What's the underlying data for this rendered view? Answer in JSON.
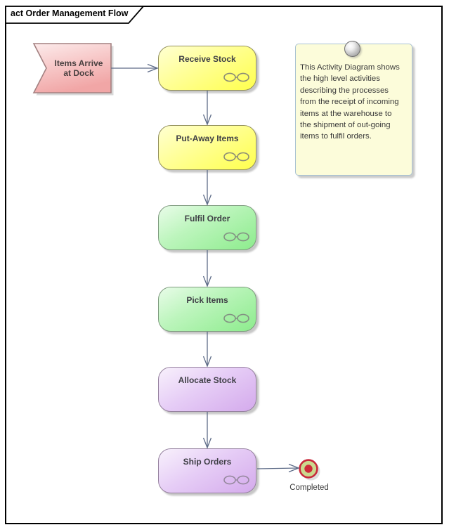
{
  "frame": {
    "title": "act Order Management Flow"
  },
  "start_node": {
    "type": "accept-event-action",
    "label": "Items Arrive\nat Dock"
  },
  "activities": [
    {
      "label": "Receive Stock",
      "color": "#ffff4d",
      "composite": true
    },
    {
      "label": "Put-Away Items",
      "color": "#ffff4d",
      "composite": true
    },
    {
      "label": "Fulfil Order",
      "color": "#8dec8d",
      "composite": true
    },
    {
      "label": "Pick Items",
      "color": "#8dec8d",
      "composite": true
    },
    {
      "label": "Allocate Stock",
      "color": "#d4aaec",
      "composite": false
    },
    {
      "label": "Ship Orders",
      "color": "#d4aaec",
      "composite": true
    }
  ],
  "final_node": {
    "type": "activity-final",
    "label": "Completed"
  },
  "note": {
    "text": "This Activity Diagram shows\nthe high level activities\ndescribing the processes\nfrom the receipt of incoming\nitems at the warehouse to\nthe shipment of out-going\nitems to fulfil orders."
  },
  "edges": [
    {
      "from": "Items Arrive at Dock",
      "to": "Receive Stock"
    },
    {
      "from": "Receive Stock",
      "to": "Put-Away Items"
    },
    {
      "from": "Put-Away Items",
      "to": "Fulfil Order"
    },
    {
      "from": "Fulfil Order",
      "to": "Pick Items"
    },
    {
      "from": "Pick Items",
      "to": "Allocate Stock"
    },
    {
      "from": "Allocate Stock",
      "to": "Ship Orders"
    },
    {
      "from": "Ship Orders",
      "to": "Completed"
    }
  ],
  "colors": {
    "yellow_fill": "#ffff4d",
    "green_fill": "#8dec8d",
    "purple_fill": "#d4aaec",
    "pink_fill": "#f2aaaa",
    "note_fill": "#fcfcda",
    "note_border": "#a9c2d2",
    "connector": "#5d6b87",
    "final_red": "#ce2a3a",
    "final_ring": "#cbd88e"
  }
}
